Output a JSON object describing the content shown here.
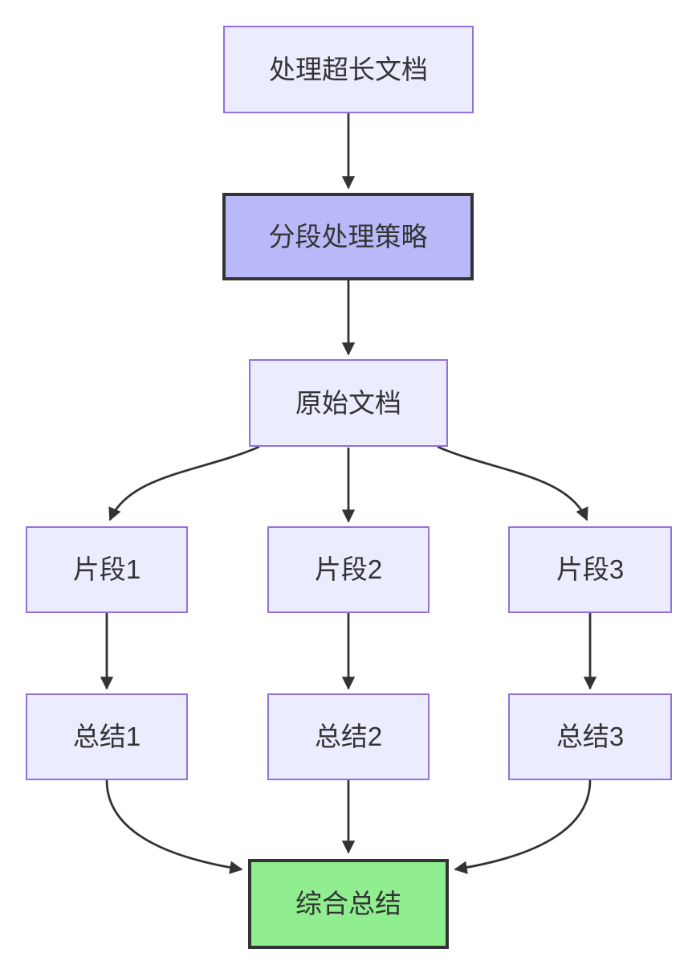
{
  "diagram": {
    "type": "flowchart",
    "direction": "top-down"
  },
  "nodes": {
    "start": {
      "label": "处理超长文档",
      "style": "default"
    },
    "strategy": {
      "label": "分段处理策略",
      "style": "highlight"
    },
    "source": {
      "label": "原始文档",
      "style": "default"
    },
    "seg1": {
      "label": "片段1",
      "style": "default"
    },
    "seg2": {
      "label": "片段2",
      "style": "default"
    },
    "seg3": {
      "label": "片段3",
      "style": "default"
    },
    "sum1": {
      "label": "总结1",
      "style": "default"
    },
    "sum2": {
      "label": "总结2",
      "style": "default"
    },
    "sum3": {
      "label": "总结3",
      "style": "default"
    },
    "final": {
      "label": "综合总结",
      "style": "success"
    }
  },
  "edges": [
    {
      "from": "start",
      "to": "strategy"
    },
    {
      "from": "strategy",
      "to": "source"
    },
    {
      "from": "source",
      "to": "seg1"
    },
    {
      "from": "source",
      "to": "seg2"
    },
    {
      "from": "source",
      "to": "seg3"
    },
    {
      "from": "seg1",
      "to": "sum1"
    },
    {
      "from": "seg2",
      "to": "sum2"
    },
    {
      "from": "seg3",
      "to": "sum3"
    },
    {
      "from": "sum1",
      "to": "final"
    },
    {
      "from": "sum2",
      "to": "final"
    },
    {
      "from": "sum3",
      "to": "final"
    }
  ],
  "colors": {
    "background": "#FFFFFF",
    "node_fill": "#ECECFF",
    "node_border": "#9370DB",
    "highlight_fill": "#B9B9F9",
    "highlight_border": "#333333",
    "success_fill": "#90EE90",
    "success_border": "#333333",
    "edge": "#333333",
    "text": "#333333"
  }
}
